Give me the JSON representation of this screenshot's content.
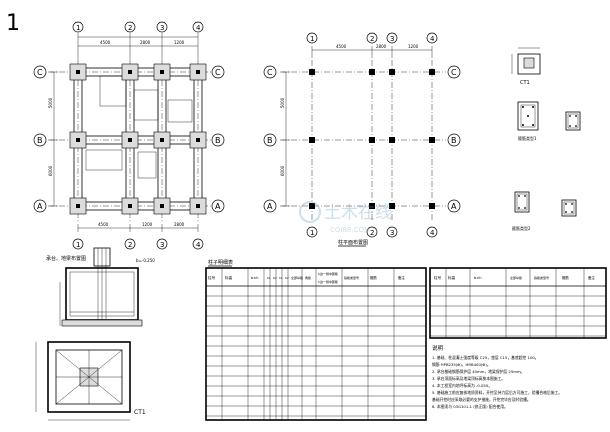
{
  "sheet": {
    "number": "1"
  },
  "foundation_plan": {
    "grid_rows": [
      "C",
      "B",
      "A"
    ],
    "grid_cols": [
      "1",
      "2",
      "3",
      "4"
    ],
    "dims_top": [
      "4500",
      "2800",
      "1200"
    ],
    "dims_bottom": [
      "4500",
      "1200",
      "2800"
    ],
    "dims_left": [
      "5000",
      "6000"
    ]
  },
  "column_plan": {
    "grid_rows": [
      "C",
      "B",
      "A"
    ],
    "grid_cols": [
      "1",
      "2",
      "3",
      "4"
    ],
    "dims_top": [
      "4500",
      "2800",
      "1200"
    ],
    "dims_left": [
      "5000",
      "6000"
    ],
    "caption": "柱平面布置图"
  },
  "section_detail": {
    "title": "承台、地梁布置图",
    "level_note": "b=-0.250",
    "bottom_tag": "CT1"
  },
  "column_table": {
    "title": "柱子明细表",
    "headers": [
      "柱号",
      "标高",
      "b×h",
      "b1",
      "b2",
      "h1",
      "h2",
      "全部纵筋",
      "角筋",
      "b边一侧中部筋",
      "h边一侧中部筋",
      "箍筋类型号",
      "箍筋",
      "备注"
    ]
  },
  "notes": {
    "title": "说明",
    "lines": [
      "1. 基础、柱混凝土强度等级 C25，垫层 C15，基底超挖 100。",
      "   钢筋 HPB235(Φ)，HRB400(Φ)。",
      "2. 承台基础钢筋保护层 40mm，地梁保护层 25mm。",
      "3. 承台顶面标高及地梁顶标高按本图施工。",
      "4. 本工程室内地坪标高为 -0.050。",
      "5. 基础施工前应复核地质资料，开挖至持力层后方可施工，验槽合格后施工。",
      "   基础开挖时应采取必要的支护措施，开挖完毕应及时验槽。",
      "6. 本图须与 03G101-1 (修正版) 配合使用。"
    ]
  },
  "watermark": {
    "text": "土木在线",
    "sub": "COI88.COM"
  },
  "small_details": {
    "label_1": "CT1",
    "label_2": "箍筋类型1",
    "label_3": "箍筋类型2"
  }
}
